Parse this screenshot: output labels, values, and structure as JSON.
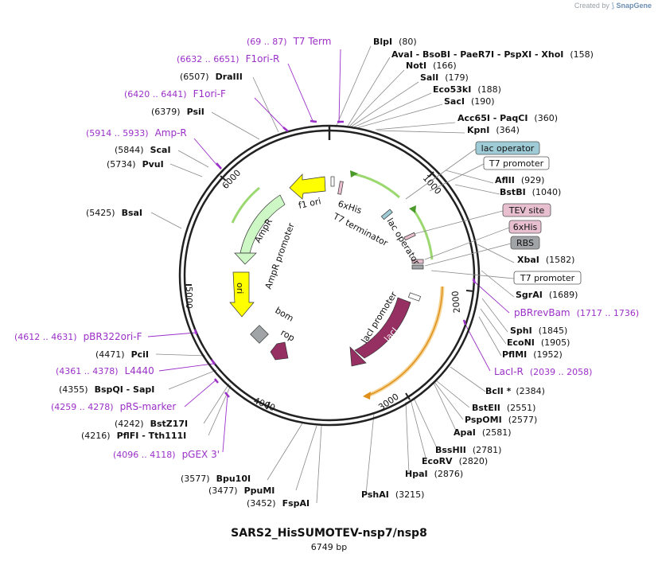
{
  "credit": {
    "prefix": "Created by",
    "brand": "SnapGene"
  },
  "plasmid": {
    "name": "SARS2_HisSUMOTEV-nsp7/nsp8",
    "size_text": "6749 bp"
  },
  "colors": {
    "enzyme": "#111111",
    "primer": "#9b30c8",
    "leader": "#8a8a8a",
    "amp": "#cdf7c4",
    "yellow": "#ffff00",
    "magenta": "#963063",
    "grey": "#a0a4a6",
    "lac_op": "#9fcbd6",
    "tev": "#e7bfcf"
  },
  "enzymes": [
    {
      "name": "BlpI",
      "pos": "(80)"
    },
    {
      "name": "AvaI - BsoBI - PaeR7I - PspXI - XhoI",
      "pos": "(158)"
    },
    {
      "name": "NotI",
      "pos": "(166)"
    },
    {
      "name": "SalI",
      "pos": "(179)"
    },
    {
      "name": "Eco53kI",
      "pos": "(188)"
    },
    {
      "name": "SacI",
      "pos": "(190)"
    },
    {
      "name": "Acc65I - PaqCI",
      "pos": "(360)"
    },
    {
      "name": "KpnI",
      "pos": "(364)"
    },
    {
      "name": "AflII",
      "pos": "(929)"
    },
    {
      "name": "BstBI",
      "pos": "(1040)"
    },
    {
      "name": "XbaI",
      "pos": "(1582)"
    },
    {
      "name": "SgrAI",
      "pos": "(1689)"
    },
    {
      "name": "SphI",
      "pos": "(1845)"
    },
    {
      "name": "EcoNI",
      "pos": "(1905)"
    },
    {
      "name": "PflMI",
      "pos": "(1952)"
    },
    {
      "name": "BclI *",
      "pos": "(2384)"
    },
    {
      "name": "BstEII",
      "pos": "(2551)"
    },
    {
      "name": "PspOMI",
      "pos": "(2577)"
    },
    {
      "name": "ApaI",
      "pos": "(2581)"
    },
    {
      "name": "BssHII",
      "pos": "(2781)"
    },
    {
      "name": "EcoRV",
      "pos": "(2820)"
    },
    {
      "name": "HpaI",
      "pos": "(2876)"
    },
    {
      "name": "PshAI",
      "pos": "(3215)"
    },
    {
      "name": "FspAI",
      "pos": "(3452)"
    },
    {
      "name": "PpuMI",
      "pos": "(3477)"
    },
    {
      "name": "Bpu10I",
      "pos": "(3577)"
    },
    {
      "name": "PflFI - Tth111I",
      "pos": "(4216)"
    },
    {
      "name": "BstZ17I",
      "pos": "(4242)"
    },
    {
      "name": "BspQI - SapI",
      "pos": "(4355)"
    },
    {
      "name": "PciI",
      "pos": "(4471)"
    },
    {
      "name": "BsaI",
      "pos": "(5425)"
    },
    {
      "name": "PvuI",
      "pos": "(5734)"
    },
    {
      "name": "ScaI",
      "pos": "(5844)"
    },
    {
      "name": "PsiI",
      "pos": "(6379)"
    },
    {
      "name": "DraIII",
      "pos": "(6507)"
    }
  ],
  "primers": [
    {
      "name": "T7 Term",
      "pos": "(69 .. 87)"
    },
    {
      "name": "F1ori-R",
      "pos": "(6632 .. 6651)"
    },
    {
      "name": "F1ori-F",
      "pos": "(6420 .. 6441)"
    },
    {
      "name": "Amp-R",
      "pos": "(5914 .. 5933)"
    },
    {
      "name": "pBRrevBam",
      "pos": "(1717 .. 1736)"
    },
    {
      "name": "LacI-R",
      "pos": "(2039 .. 2058)"
    },
    {
      "name": "pBR322ori-F",
      "pos": "(4612 .. 4631)"
    },
    {
      "name": "L4440",
      "pos": "(4361 .. 4378)"
    },
    {
      "name": "pRS-marker",
      "pos": "(4259 .. 4278)"
    },
    {
      "name": "pGEX 3'",
      "pos": "(4096 .. 4118)"
    }
  ],
  "boxed_features": [
    "lac operator",
    "T7 promoter",
    "TEV site",
    "6xHis",
    "RBS",
    "T7 promoter"
  ],
  "ticks": [
    "1000",
    "2000",
    "3000",
    "4000",
    "5000",
    "6000"
  ],
  "inner_labels": [
    "f1 ori",
    "6xHis",
    "T7 terminator",
    "lac operator",
    "AmpR",
    "AmpR promoter",
    "ori",
    "bom",
    "rop",
    "lacI promoter",
    "lacI"
  ]
}
